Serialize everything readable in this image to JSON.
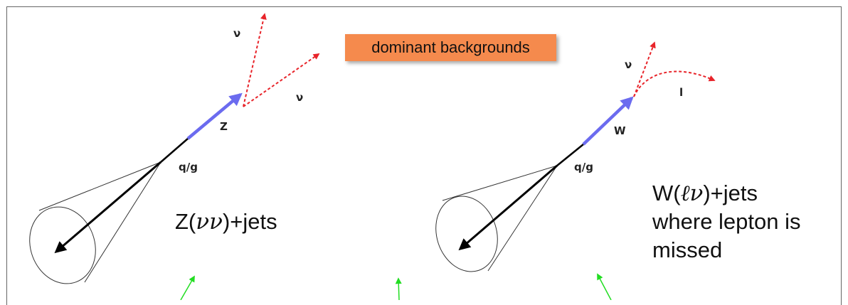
{
  "banner": "dominant backgrounds",
  "left_diagram": {
    "nu_top": "ν",
    "nu_right": "ν",
    "boson": "Z",
    "parton": "q/g",
    "caption_prefix": "Z(",
    "caption_math": "νν",
    "caption_suffix": ")+jets"
  },
  "right_diagram": {
    "nu_top": "ν",
    "lepton": "l",
    "boson": "W",
    "parton": "q/g",
    "caption_line1_prefix": "W(",
    "caption_line1_math": "ℓν",
    "caption_line1_suffix": ")+jets",
    "caption_line2": "where lepton is",
    "caption_line3": "missed"
  },
  "colors": {
    "banner": "#f58a4d",
    "boson": "#6b6bef",
    "neutrino": "#e8242a",
    "pointer": "#22dd22",
    "jet": "#000000"
  }
}
